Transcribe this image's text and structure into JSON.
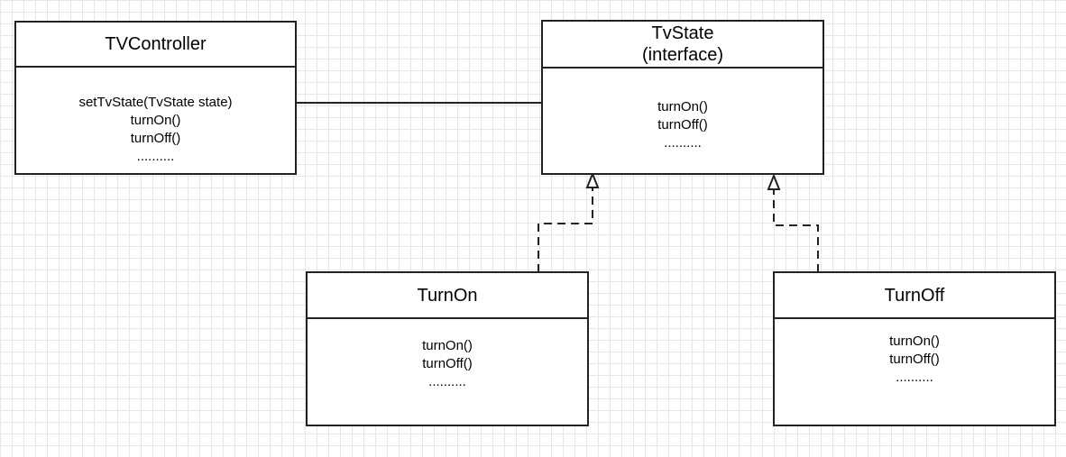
{
  "classes": {
    "tv_controller": {
      "name": "TVController",
      "methods": [
        "setTvState(TvState state)",
        "turnOn()",
        "turnOff()",
        ".........."
      ]
    },
    "tv_state": {
      "name": "TvState",
      "stereotype": "(interface)",
      "methods": [
        "turnOn()",
        "turnOff()",
        ".........."
      ]
    },
    "turn_on": {
      "name": "TurnOn",
      "methods": [
        "turnOn()",
        "turnOff()",
        ".........."
      ]
    },
    "turn_off": {
      "name": "TurnOff",
      "methods": [
        "turnOn()",
        "turnOff()",
        ".........."
      ]
    }
  },
  "relationships": [
    {
      "type": "association",
      "from": "TVController",
      "to": "TvState"
    },
    {
      "type": "realization",
      "from": "TurnOn",
      "to": "TvState"
    },
    {
      "type": "realization",
      "from": "TurnOff",
      "to": "TvState"
    }
  ],
  "colors": {
    "line": "#222222",
    "grid": "#e6e6e6",
    "background": "#ffffff"
  }
}
